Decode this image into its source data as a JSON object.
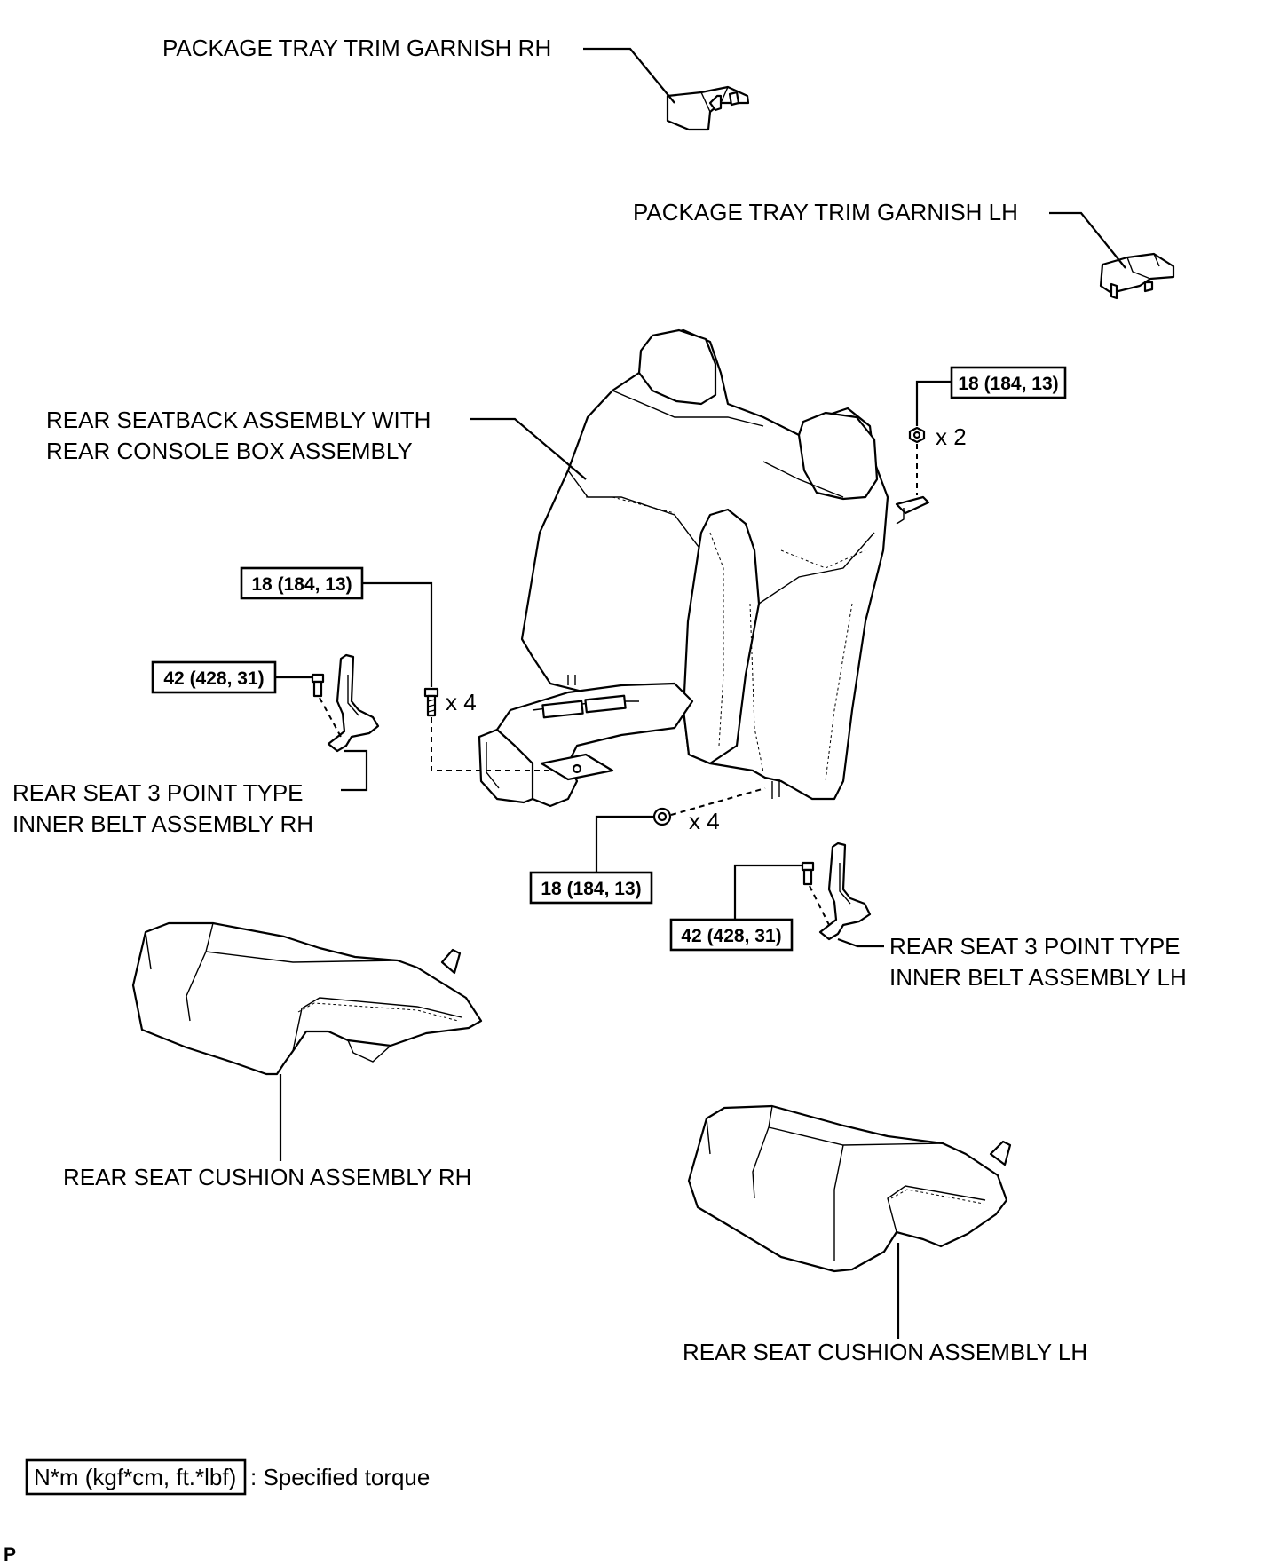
{
  "labels": {
    "garnish_rh": "PACKAGE TRAY TRIM GARNISH RH",
    "garnish_lh": "PACKAGE TRAY TRIM GARNISH LH",
    "seatback_line1": "REAR SEATBACK ASSEMBLY WITH",
    "seatback_line2": "REAR CONSOLE BOX ASSEMBLY",
    "belt_rh_line1": "REAR SEAT 3 POINT TYPE",
    "belt_rh_line2": "INNER BELT ASSEMBLY RH",
    "belt_lh_line1": "REAR SEAT 3 POINT TYPE",
    "belt_lh_line2": "INNER BELT ASSEMBLY LH",
    "cushion_rh": "REAR SEAT CUSHION ASSEMBLY RH",
    "cushion_lh": "REAR SEAT CUSHION ASSEMBLY LH"
  },
  "torques": {
    "nut_top_right": "18 (184, 13)",
    "bolt_left": "18 (184, 13)",
    "belt_rh": "42 (428, 31)",
    "bolt_bottom": "18 (184, 13)",
    "belt_lh": "42 (428, 31)"
  },
  "quantities": {
    "nut_top_right": "x 2",
    "bolt_left": "x 4",
    "bolt_bottom": "x 4"
  },
  "legend": {
    "box_text": "N*m (kgf*cm, ft.*lbf)",
    "description": ": Specified torque"
  },
  "corner_mark": "P"
}
